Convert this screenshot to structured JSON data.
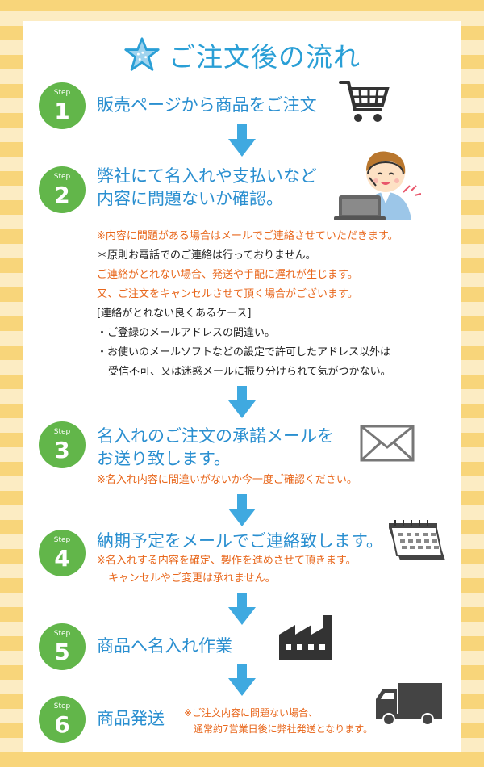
{
  "title": "ご注文後の流れ",
  "step_label": "Step",
  "steps": [
    {
      "number": "1",
      "title": "販売ページから商品をご注文"
    },
    {
      "number": "2",
      "title_lines": [
        "弊社にて名入れや支払いなど",
        "内容に問題ないか確認。"
      ],
      "notes": [
        "※内容に問題がある場合はメールでご連絡させていただきます。",
        "＊原則お電話でのご連絡は行っておりません。",
        "ご連絡がとれない場合、発送や手配に遅れが生じます。",
        "又、ご注文をキャンセルさせて頂く場合がございます。",
        "[連絡がとれない良くあるケース]",
        "・ご登録のメールアドレスの間違い。",
        "・お使いのメールソフトなどの設定で許可したアドレス以外は",
        "受信不可、又は迷惑メールに振り分けられて気がつかない。"
      ]
    },
    {
      "number": "3",
      "title_lines": [
        "名入れのご注文の承諾メールを",
        "お送り致します。"
      ],
      "note": "※名入れ内容に間違いがないか今一度ご確認ください。"
    },
    {
      "number": "4",
      "title": "納期予定をメールでご連絡致します。",
      "notes": [
        "※名入れする内容を確定、製作を進めさせて頂きます。",
        "キャンセルやご変更は承れません。"
      ]
    },
    {
      "number": "5",
      "title": "商品へ名入れ作業"
    },
    {
      "number": "6",
      "title": "商品発送",
      "notes": [
        "※ご注文内容に問題ない場合、",
        "通常約7営業日後に弊社発送となります。"
      ]
    }
  ],
  "colors": {
    "accent_blue": "#2a9fd6",
    "badge_green": "#62b64a",
    "note_orange": "#e8671c",
    "arrow_blue": "#3fa9e0",
    "frame_yellow": "#f8d57a"
  },
  "icons": [
    "star-icon",
    "cart-icon",
    "operator-illustration",
    "envelope-icon",
    "calendar-icon",
    "factory-icon",
    "truck-icon"
  ]
}
